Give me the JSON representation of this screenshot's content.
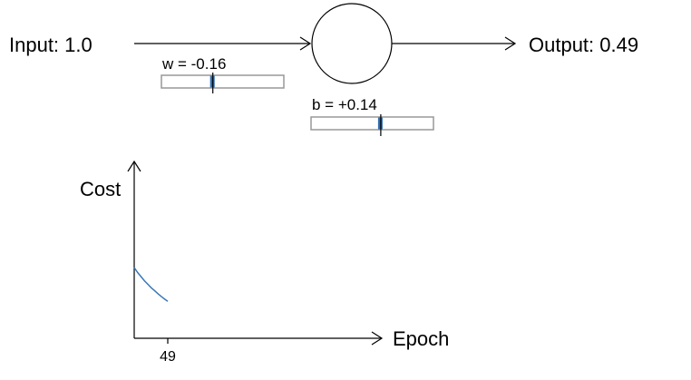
{
  "network": {
    "input_label": "Input: 1.0",
    "output_label": "Output: 0.49"
  },
  "weight_slider": {
    "label": "w = -0.16",
    "value": -0.16,
    "fill_color": "#2f6db0"
  },
  "bias_slider": {
    "label": "b = +0.14",
    "value": 0.14,
    "fill_color": "#2f6db0"
  },
  "chart_data": {
    "type": "line",
    "title": "",
    "xlabel": "Epoch",
    "ylabel": "Cost",
    "x_ticks": [
      "49"
    ],
    "series": [
      {
        "color": "#3a78b5",
        "x": [
          0,
          5,
          10,
          15,
          20,
          25,
          30,
          35,
          40,
          45,
          49
        ],
        "y": [
          0.3,
          0.279,
          0.261,
          0.244,
          0.229,
          0.214,
          0.201,
          0.188,
          0.176,
          0.165,
          0.157
        ]
      }
    ],
    "grid": false
  }
}
